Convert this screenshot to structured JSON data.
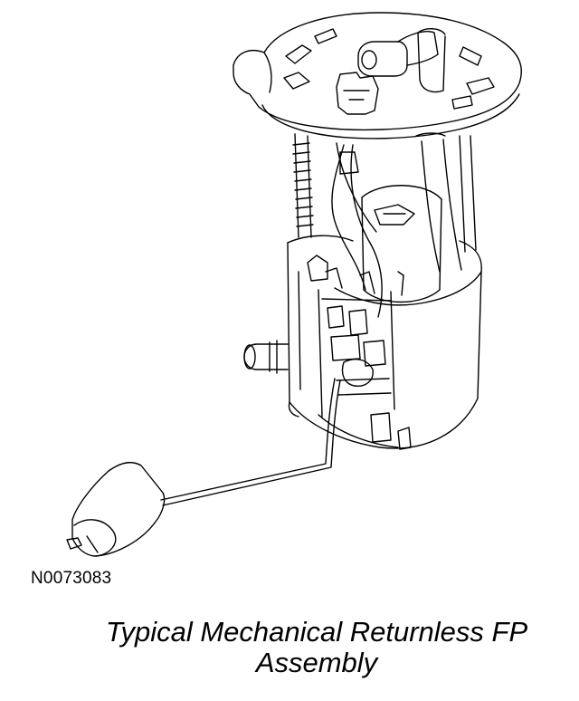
{
  "figure": {
    "id": "N0073083",
    "caption_line1": "Typical Mechanical Returnless FP",
    "caption_line2": "Assembly"
  },
  "colors": {
    "line": "#000000",
    "background": "#ffffff"
  }
}
